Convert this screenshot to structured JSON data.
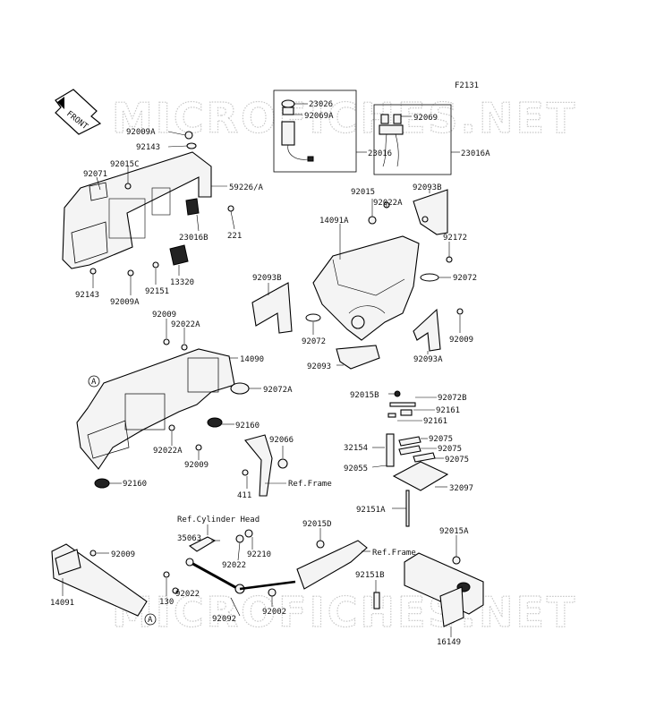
{
  "figure_code": "F2131",
  "front_label": "FRONT",
  "watermark": "MICROFICHES.NET",
  "callout_letter": "A",
  "labels": [
    {
      "id": "l1",
      "text": "92009A"
    },
    {
      "id": "l2",
      "text": "92143"
    },
    {
      "id": "l3",
      "text": "92015C"
    },
    {
      "id": "l4",
      "text": "92071"
    },
    {
      "id": "l5",
      "text": "59226/A"
    },
    {
      "id": "l6",
      "text": "23016B"
    },
    {
      "id": "l7",
      "text": "221"
    },
    {
      "id": "l8",
      "text": "13320"
    },
    {
      "id": "l9",
      "text": "92151"
    },
    {
      "id": "l10",
      "text": "92143"
    },
    {
      "id": "l11",
      "text": "92009A"
    },
    {
      "id": "l12",
      "text": "23026"
    },
    {
      "id": "l13",
      "text": "92069A"
    },
    {
      "id": "l14",
      "text": "23016"
    },
    {
      "id": "l15",
      "text": "92069"
    },
    {
      "id": "l16",
      "text": "23016A"
    },
    {
      "id": "l17",
      "text": "92015"
    },
    {
      "id": "l18",
      "text": "92022A"
    },
    {
      "id": "l19",
      "text": "92093B"
    },
    {
      "id": "l20",
      "text": "14091A"
    },
    {
      "id": "l21",
      "text": "92172"
    },
    {
      "id": "l22",
      "text": "92072"
    },
    {
      "id": "l23",
      "text": "92093B"
    },
    {
      "id": "l24",
      "text": "92072"
    },
    {
      "id": "l25",
      "text": "92009"
    },
    {
      "id": "l26",
      "text": "92093A"
    },
    {
      "id": "l27",
      "text": "92093"
    },
    {
      "id": "l28",
      "text": "92009"
    },
    {
      "id": "l29",
      "text": "92022A"
    },
    {
      "id": "l30",
      "text": "14090"
    },
    {
      "id": "l31",
      "text": "92072A"
    },
    {
      "id": "l32",
      "text": "92160"
    },
    {
      "id": "l33",
      "text": "92022A"
    },
    {
      "id": "l34",
      "text": "92009"
    },
    {
      "id": "l35",
      "text": "92160"
    },
    {
      "id": "l36",
      "text": "92066"
    },
    {
      "id": "l37",
      "text": "Ref.Frame"
    },
    {
      "id": "l38",
      "text": "411"
    },
    {
      "id": "l39",
      "text": "92015B"
    },
    {
      "id": "l40",
      "text": "92072B"
    },
    {
      "id": "l41",
      "text": "92161"
    },
    {
      "id": "l42",
      "text": "92161"
    },
    {
      "id": "l43",
      "text": "32154"
    },
    {
      "id": "l44",
      "text": "92075"
    },
    {
      "id": "l45",
      "text": "92075"
    },
    {
      "id": "l46",
      "text": "92075"
    },
    {
      "id": "l47",
      "text": "92055"
    },
    {
      "id": "l48",
      "text": "32097"
    },
    {
      "id": "l49",
      "text": "92151A"
    },
    {
      "id": "l50",
      "text": "Ref.Cylinder Head"
    },
    {
      "id": "l51",
      "text": "35063"
    },
    {
      "id": "l52",
      "text": "92210"
    },
    {
      "id": "l53",
      "text": "92022"
    },
    {
      "id": "l54",
      "text": "92015D"
    },
    {
      "id": "l55",
      "text": "Ref.Frame"
    },
    {
      "id": "l56",
      "text": "92015A"
    },
    {
      "id": "l57",
      "text": "92009"
    },
    {
      "id": "l58",
      "text": "130"
    },
    {
      "id": "l59",
      "text": "92022"
    },
    {
      "id": "l60",
      "text": "92092"
    },
    {
      "id": "l61",
      "text": "92002"
    },
    {
      "id": "l62",
      "text": "92151B"
    },
    {
      "id": "l63",
      "text": "14091"
    },
    {
      "id": "l64",
      "text": "16149"
    }
  ]
}
